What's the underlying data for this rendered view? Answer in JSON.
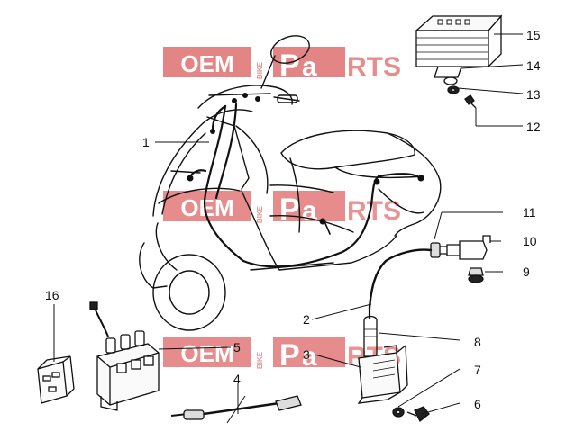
{
  "diagram": {
    "callouts": [
      "1",
      "2",
      "3",
      "4",
      "5",
      "6",
      "7",
      "8",
      "9",
      "10",
      "11",
      "12",
      "13",
      "14",
      "15",
      "16"
    ]
  },
  "watermark": {
    "brand_left": "OEM",
    "brand_vertical": "BIKE",
    "brand_right_p": "P",
    "brand_right_a": "a",
    "brand_right_rts": "RTS",
    "brand_color": "#e27a78",
    "brand_fill": "#d9534f"
  },
  "colors": {
    "line": "#111111",
    "background": "#ffffff"
  }
}
